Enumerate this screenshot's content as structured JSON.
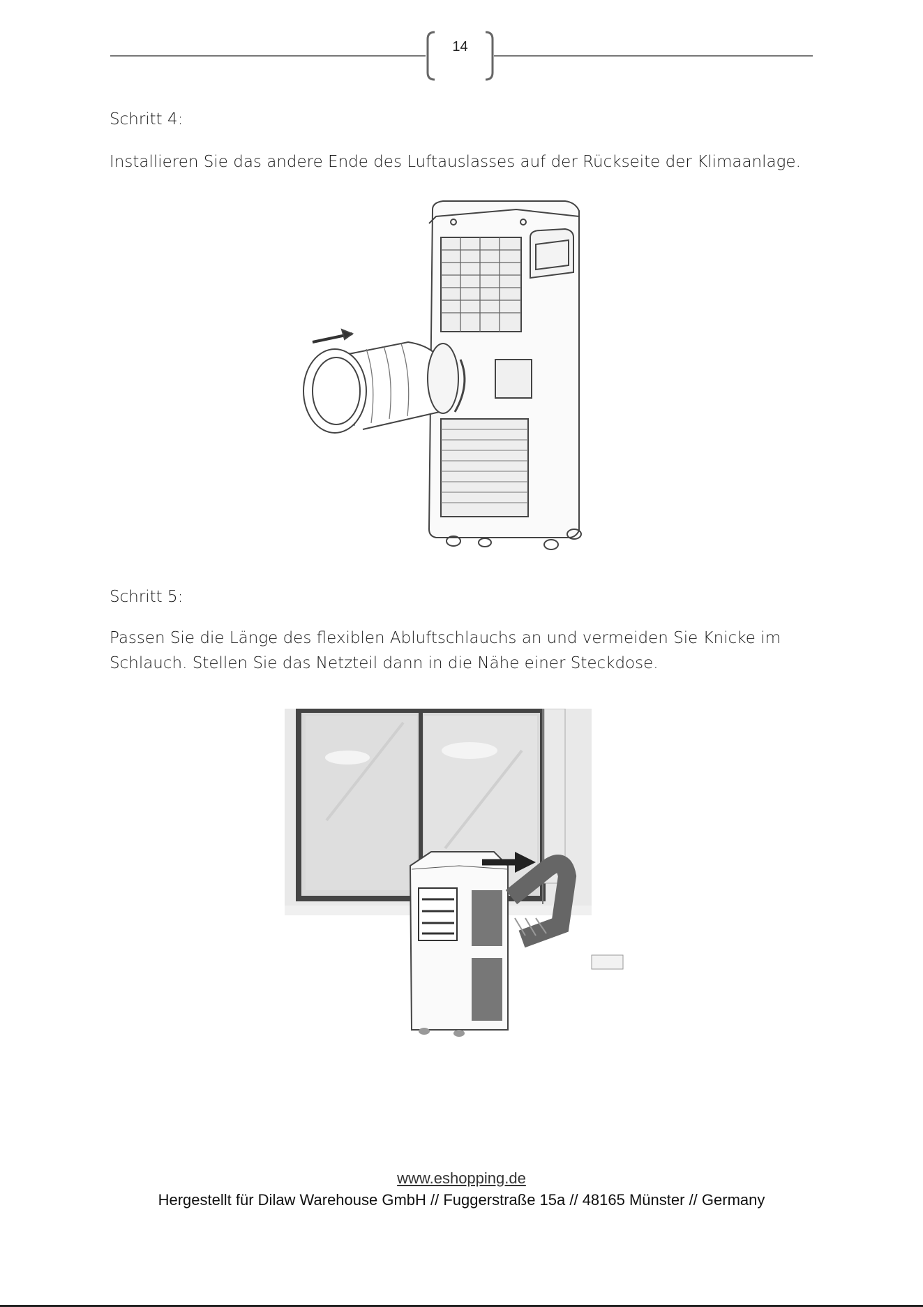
{
  "header": {
    "page_number": "14"
  },
  "steps": [
    {
      "title": "Schritt 4:",
      "text": "Installieren Sie das andere Ende des Luftauslasses auf der Rückseite der Klimaanlage."
    },
    {
      "title": "Schritt 5:",
      "text": "Passen Sie die Länge des flexiblen Abluftschlauchs an und vermeiden Sie Knicke im Schlauch. Stellen Sie das Netzteil dann in die Nähe einer Steckdose."
    }
  ],
  "footer": {
    "url": "www.eshopping.de",
    "address": "Hergestellt für Dilaw Warehouse GmbH // Fuggerstraße 15a // 48165 Münster // Germany"
  }
}
